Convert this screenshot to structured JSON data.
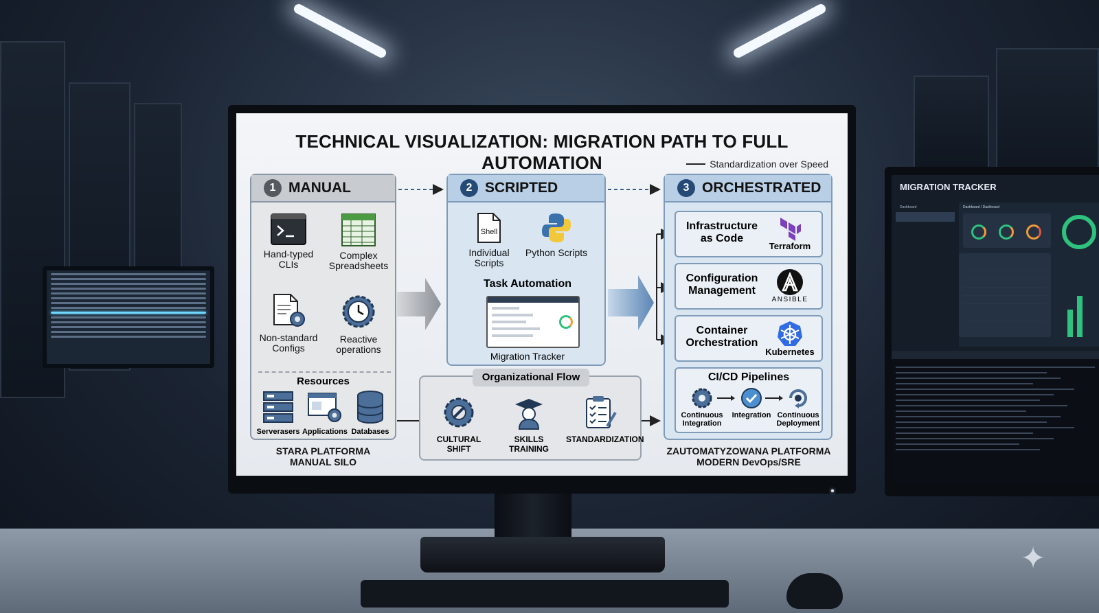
{
  "diagram": {
    "title": "TECHNICAL VISUALIZATION: MIGRATION PATH TO FULL AUTOMATION",
    "legend": "Standardization over Speed",
    "phases": [
      {
        "number": "1",
        "label": "MANUAL",
        "items": [
          "Hand-typed CLIs",
          "Complex Spreadsheets",
          "Non-standard Configs",
          "Reactive operations"
        ],
        "resources_title": "Resources",
        "resources": [
          "Serverasers",
          "Applications",
          "Databases"
        ],
        "caption_line1": "STARA PLATFORMA",
        "caption_line2": "MANUAL SILO"
      },
      {
        "number": "2",
        "label": "SCRIPTED",
        "items": [
          "Individual Scripts",
          "Python Scripts"
        ],
        "shell_icon_text": "Shell",
        "task_label": "Task Automation",
        "tracker_label": "Migration Tracker"
      },
      {
        "number": "3",
        "label": "ORCHESTRATED",
        "cards": [
          {
            "label": "Infrastructure as Code",
            "logo": "Terraform"
          },
          {
            "label": "Configuration Management",
            "logo": "ANSIBLE"
          },
          {
            "label": "Container Orchestration",
            "logo": "Kubernetes"
          }
        ],
        "cicd_title": "CI/CD Pipelines",
        "cicd_steps": [
          "Continuous Integration",
          "Integration",
          "Continuous Deployment"
        ],
        "caption_line1": "ZAUTOMATYZOWANA PLATFORMA",
        "caption_line2": "MODERN DevOps/SRE"
      }
    ],
    "org_flow": {
      "title": "Organizational Flow",
      "steps": [
        "CULTURAL SHIFT",
        "SKILLS TRAINING",
        "STANDARDIZATION"
      ]
    }
  },
  "side_monitor": {
    "title": "MIGRATION TRACKER",
    "nav": [
      "Dashboard"
    ],
    "breadcrumb": "Dashboard / Dashboard"
  }
}
